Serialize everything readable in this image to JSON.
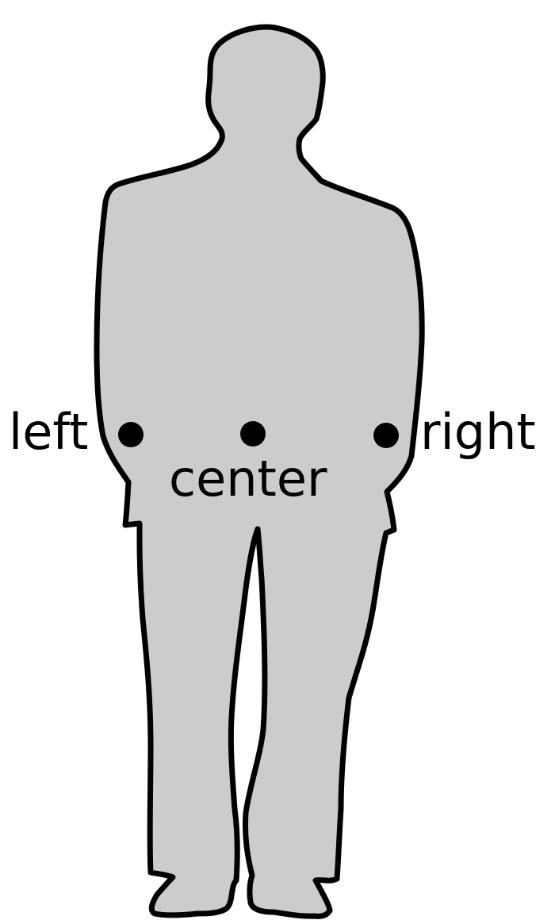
{
  "figure": {
    "background": "#ffffff",
    "silhouette_fill": "#cccccc",
    "outline_color": "#000000",
    "point_color": "#000000"
  },
  "points": {
    "left": {
      "label": "left"
    },
    "center": {
      "label": "center"
    },
    "right": {
      "label": "right"
    }
  }
}
